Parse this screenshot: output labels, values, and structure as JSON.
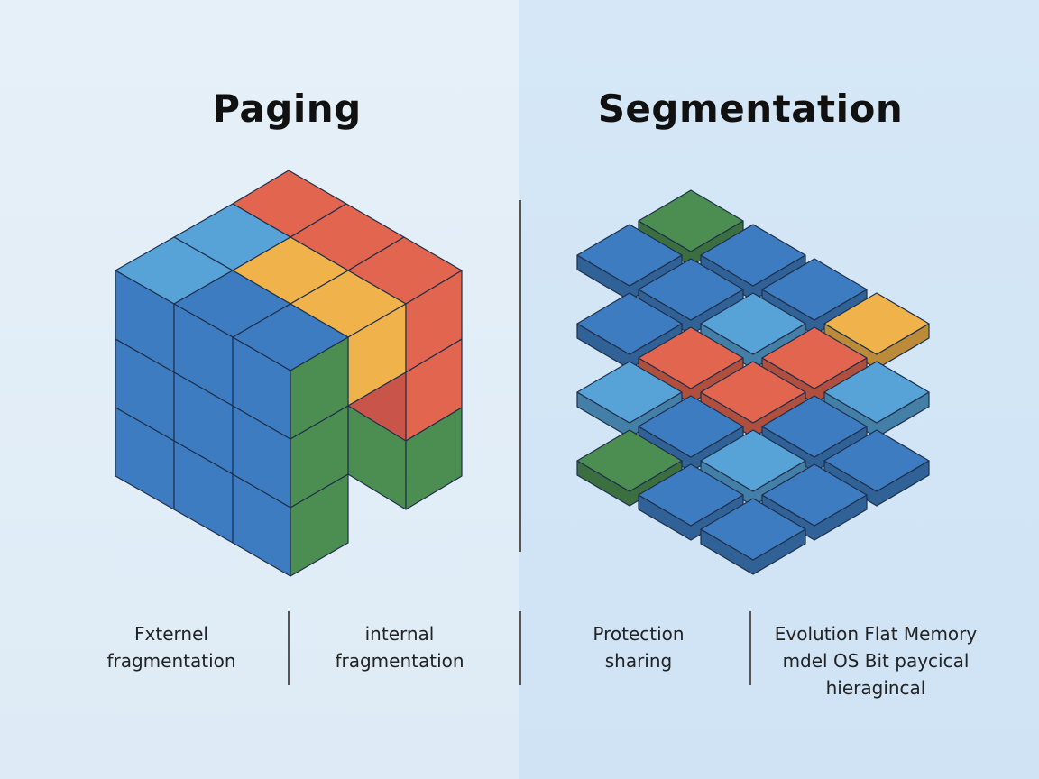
{
  "paging": {
    "title": "Paging",
    "captions": [
      {
        "line1": "Fxternel",
        "line2": "fragmentation"
      },
      {
        "line1": "internal",
        "line2": "fragmentation"
      }
    ]
  },
  "segmentation": {
    "title": "Segmentation",
    "captions": [
      {
        "line1": "Protection",
        "line2": "sharing"
      },
      {
        "line1": "Evolution Flat Memory",
        "line2": "mdel OS Bit paycical",
        "line3": "hieragincal"
      }
    ]
  },
  "colors": {
    "blue": "#3e7cc2",
    "light_blue": "#57a3d8",
    "red": "#e2654f",
    "yellow": "#f0b24a",
    "green": "#4c8e52"
  }
}
